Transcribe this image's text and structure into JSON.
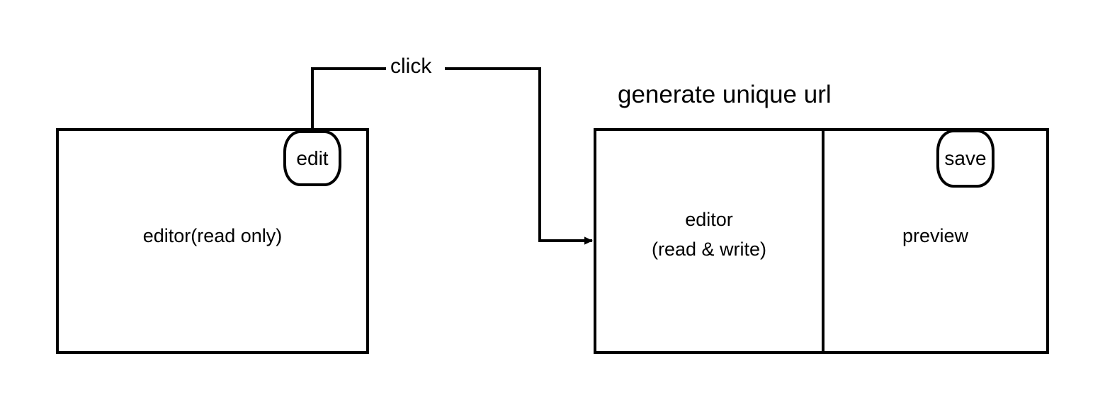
{
  "diagram": {
    "title": "editor flow diagram",
    "background_color": "#ffffff",
    "stroke_color": "#000000",
    "nodes": {
      "readonly_panel": {
        "name": "editor read only panel",
        "label": "editor(read only)",
        "button": {
          "label": "edit",
          "shape": "rounded-rect"
        }
      },
      "readwrite_panel": {
        "name": "editor read write panel",
        "headline": "generate unique url",
        "editor_label": "editor\n(read & write)",
        "preview_label": "preview",
        "button": {
          "label": "save",
          "shape": "rounded-rect"
        }
      }
    },
    "edges": [
      {
        "name": "edit-to-editor-edge",
        "label": "click",
        "from": "edit",
        "to": "readwrite_panel",
        "arrowhead": "filled-triangle-right",
        "routing": "orthogonal"
      }
    ]
  }
}
